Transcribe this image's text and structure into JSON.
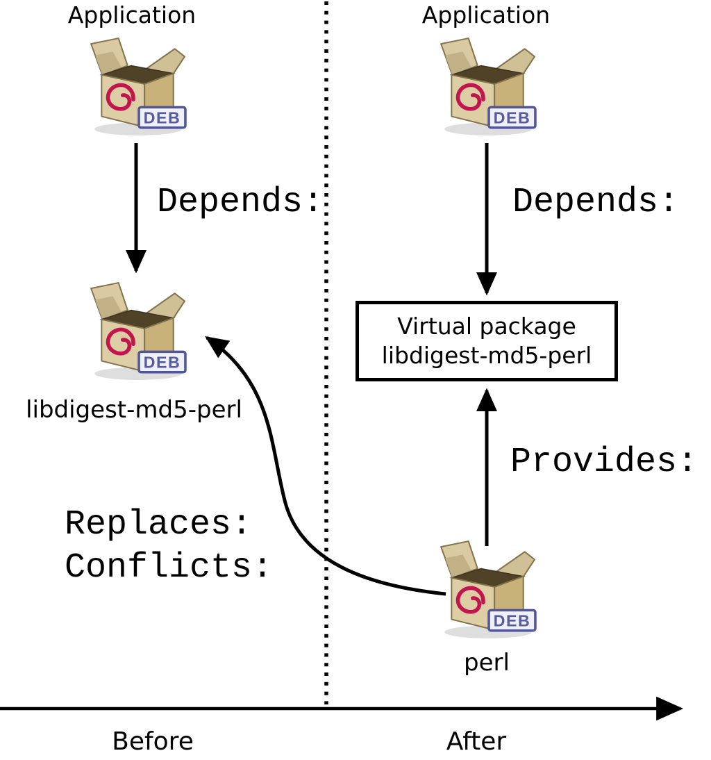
{
  "deb_badge": "DEB",
  "colors": {
    "background": "#ffffff",
    "line": "#000000",
    "debian_red": "#c0154d",
    "box_tan": "#ddcea6",
    "box_side": "#c9b279",
    "badge_border": "#51559b",
    "badge_text": "#565b9f"
  },
  "before": {
    "application_label": "Application",
    "depends_label": "Depends:",
    "package_label": "libdigest-md5-perl",
    "replaces_label": "Replaces:",
    "conflicts_label": "Conflicts:",
    "axis_label": "Before"
  },
  "after": {
    "application_label": "Application",
    "depends_label": "Depends:",
    "virtual_package": {
      "line1": "Virtual package",
      "line2": "libdigest-md5-perl"
    },
    "provides_label": "Provides:",
    "package_label": "perl",
    "axis_label": "After"
  }
}
